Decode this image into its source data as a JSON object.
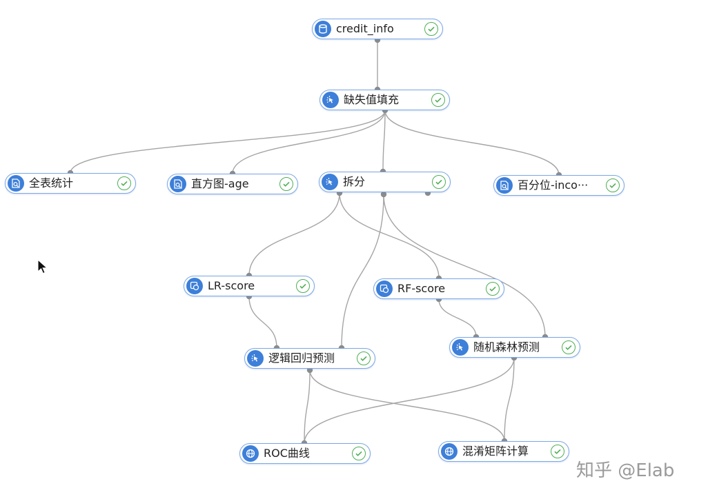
{
  "nodes": [
    {
      "key": "credit",
      "label": "credit_info",
      "icon": "database-icon",
      "status": "success-check-icon"
    },
    {
      "key": "fill",
      "label": "缺失值填充",
      "icon": "process-icon",
      "status": "success-check-icon"
    },
    {
      "key": "fullstats",
      "label": "全表统计",
      "icon": "stats-report-icon",
      "status": "success-check-icon"
    },
    {
      "key": "hist",
      "label": "直方图-age",
      "icon": "stats-report-icon",
      "status": "success-check-icon"
    },
    {
      "key": "split",
      "label": "拆分",
      "icon": "process-icon",
      "status": "success-check-icon"
    },
    {
      "key": "pct",
      "label": "百分位-inco···",
      "icon": "stats-report-icon",
      "status": "success-check-icon"
    },
    {
      "key": "lr",
      "label": "LR-score",
      "icon": "model-icon",
      "status": "success-check-icon"
    },
    {
      "key": "rf",
      "label": "RF-score",
      "icon": "model-icon",
      "status": "success-check-icon"
    },
    {
      "key": "lrpred",
      "label": "逻辑回归预测",
      "icon": "process-icon",
      "status": "success-check-icon"
    },
    {
      "key": "rfpred",
      "label": "随机森林预测",
      "icon": "process-icon",
      "status": "success-check-icon"
    },
    {
      "key": "roc",
      "label": "ROC曲线",
      "icon": "globe-icon",
      "status": "success-check-icon"
    },
    {
      "key": "confusion",
      "label": "混淆矩阵计算",
      "icon": "globe-icon",
      "status": "success-check-icon"
    }
  ],
  "edges": [
    [
      "credit",
      "fill"
    ],
    [
      "fill",
      "fullstats"
    ],
    [
      "fill",
      "hist"
    ],
    [
      "fill",
      "split"
    ],
    [
      "fill",
      "pct"
    ],
    [
      "split",
      "lr"
    ],
    [
      "split",
      "rf"
    ],
    [
      "split",
      "lrpred"
    ],
    [
      "split",
      "rfpred"
    ],
    [
      "lr",
      "lrpred"
    ],
    [
      "rf",
      "rfpred"
    ],
    [
      "lrpred",
      "roc"
    ],
    [
      "lrpred",
      "confusion"
    ],
    [
      "rfpred",
      "roc"
    ],
    [
      "rfpred",
      "confusion"
    ]
  ],
  "colors": {
    "accent": "#3d7fd9",
    "border": "#7aa7e6",
    "success": "#4dae52",
    "edge": "#a4a4a4"
  },
  "watermark": "知乎 @Elab"
}
